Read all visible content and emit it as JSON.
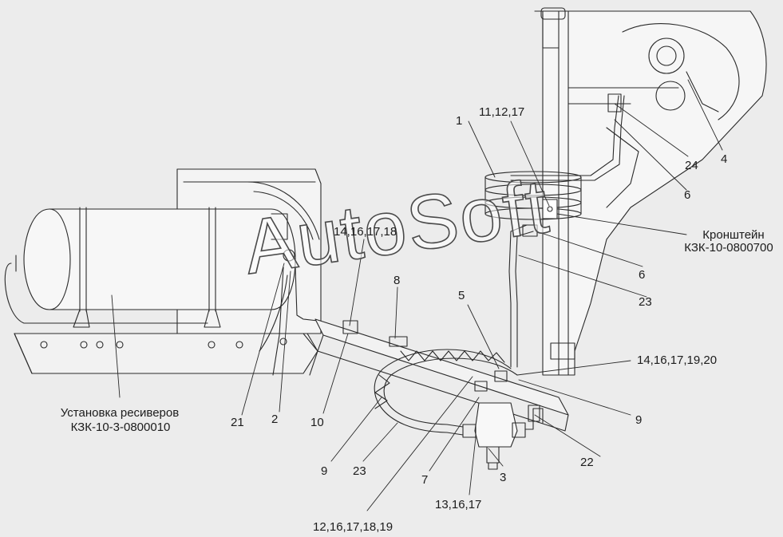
{
  "watermark": "AutoSoft",
  "callouts": {
    "c1": "1",
    "c11_12_17": "11,12,17",
    "c24": "24",
    "c4": "4",
    "c6a": "6",
    "bracket_name": "Кронштейн",
    "bracket_code": "КЗК-10-0800700",
    "c6b": "6",
    "c23a": "23",
    "c14_16_17_18": "14,16,17,18",
    "c8": "8",
    "c5": "5",
    "c14_16_17_19_20": "14,16,17,19,20",
    "c9a": "9",
    "c22": "22",
    "c21": "21",
    "c2": "2",
    "c10": "10",
    "c9b": "9",
    "c23b": "23",
    "c7": "7",
    "c3": "3",
    "c13_16_17": "13,16,17",
    "c12_16_17_18_19": "12,16,17,18,19",
    "receiver_name": "Установка ресиверов",
    "receiver_code": "КЗК-10-3-0800010"
  }
}
